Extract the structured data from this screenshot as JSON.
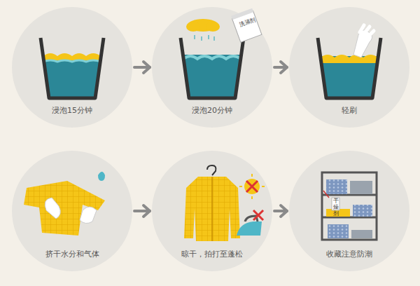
{
  "diagram": {
    "nodes": [
      {
        "text": [
          "浸泡15分钟"
        ]
      },
      {
        "text": [
          "浸泡20分钟"
        ]
      },
      {
        "text": [
          "轻刷"
        ]
      },
      {
        "text": [
          "挤干水分和气体"
        ]
      },
      {
        "text": [
          "晾干，拍打至蓬松"
        ]
      },
      {
        "text": [
          "收藏注意防潮"
        ]
      }
    ],
    "edges": [
      {
        "from": 0,
        "to": 1,
        "arrow": "to"
      },
      {
        "from": 1,
        "to": 2,
        "arrow": "to"
      },
      {
        "from": 3,
        "to": 4,
        "arrow": "to"
      },
      {
        "from": 4,
        "to": 5,
        "arrow": "to"
      }
    ],
    "labels": [
      "洗涤剂",
      "干燥剂"
    ]
  }
}
